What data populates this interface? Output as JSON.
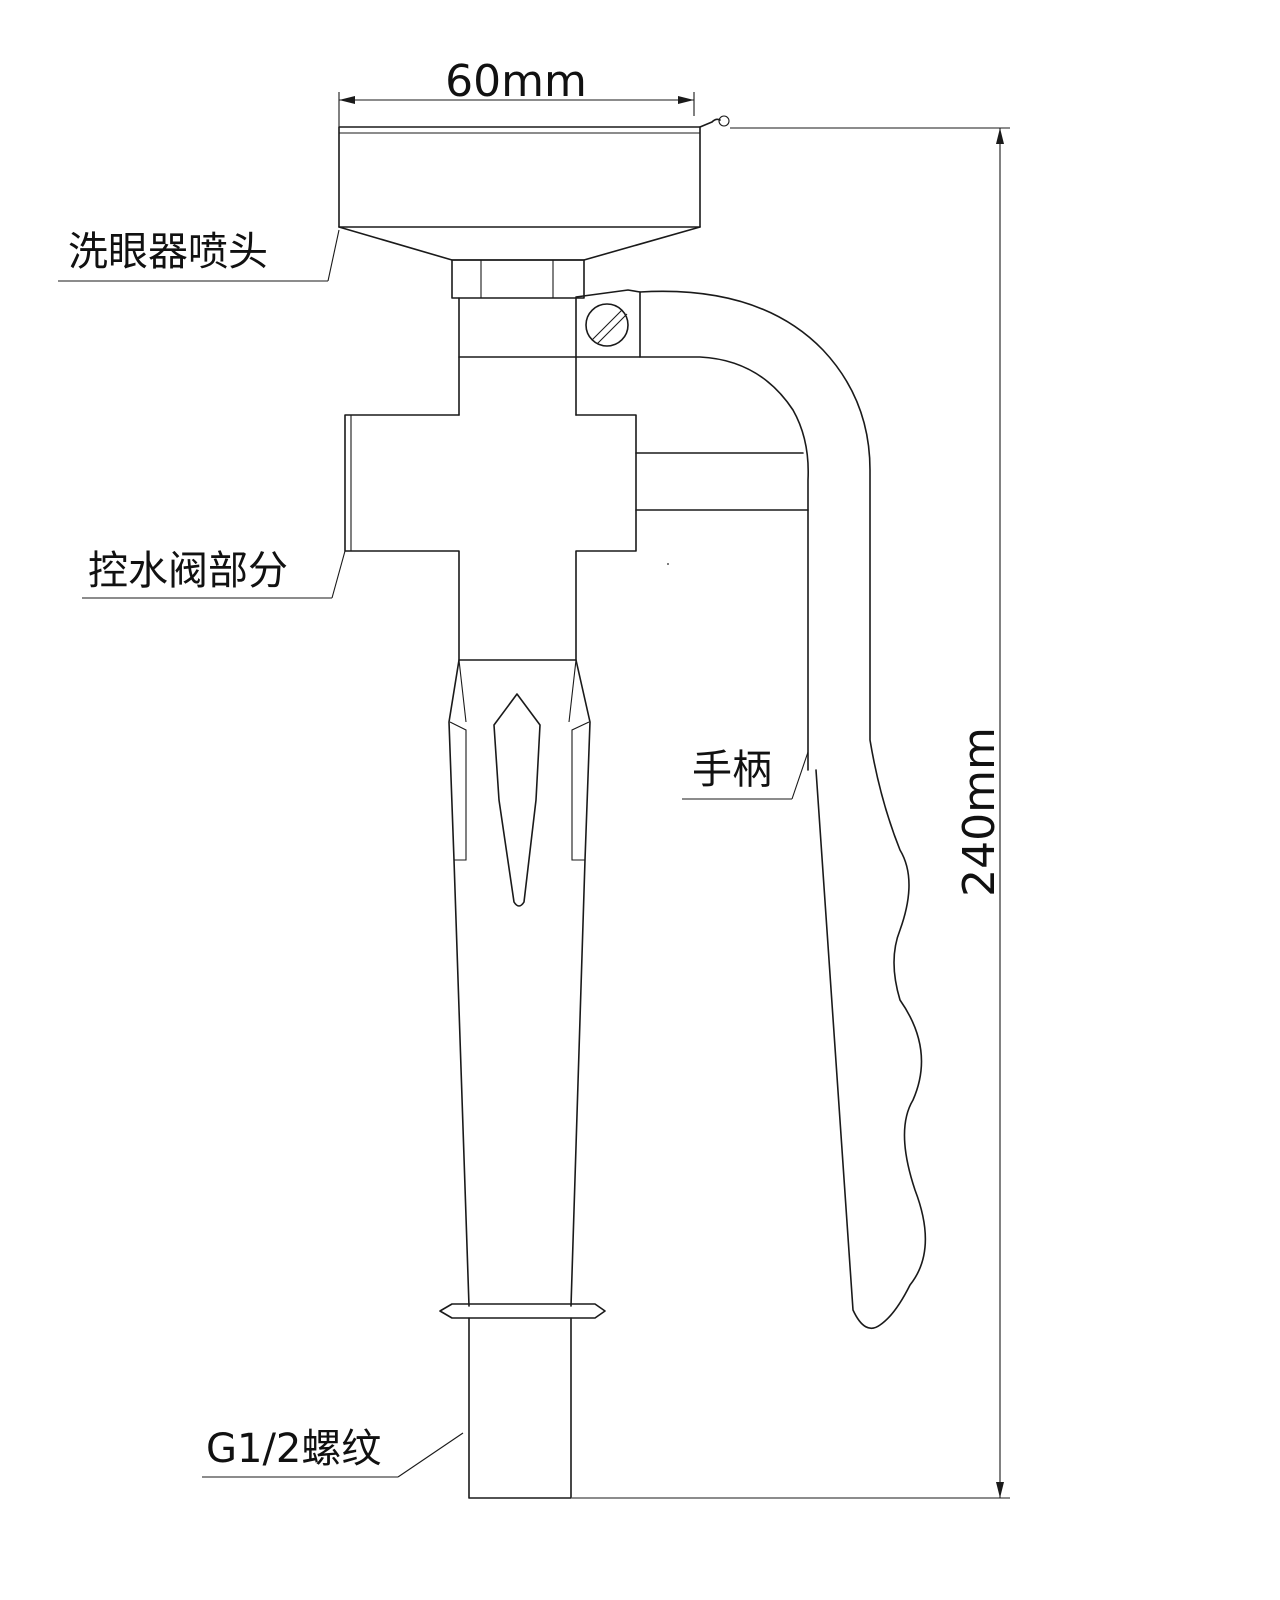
{
  "dimensions": {
    "width_label": "60mm",
    "height_label": "240mm"
  },
  "labels": {
    "nozzle": "洗眼器喷头",
    "valve": "控水阀部分",
    "handle": "手柄",
    "thread": "G1/2螺纹"
  },
  "colors": {
    "line": "#1a1a1a",
    "background": "#ffffff"
  }
}
